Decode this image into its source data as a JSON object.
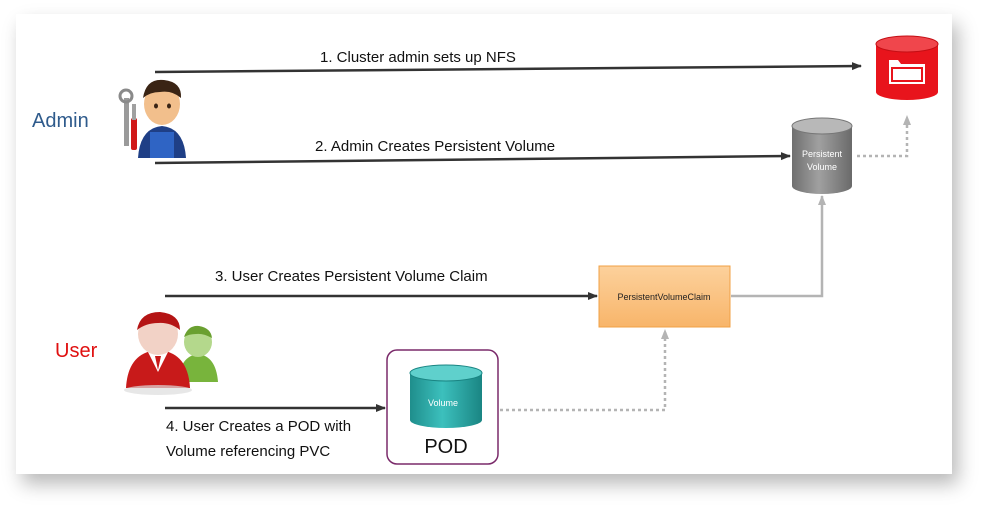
{
  "actors": {
    "admin": {
      "label": "Admin",
      "color": "#2f5b8c",
      "icon": "admin-with-wrench-icon"
    },
    "user": {
      "label": "User",
      "color": "#e01010",
      "icon": "users-group-icon"
    }
  },
  "steps": [
    {
      "text": "1. Cluster admin sets up NFS"
    },
    {
      "text": "2. Admin Creates Persistent Volume"
    },
    {
      "text": "3. User Creates Persistent Volume Claim"
    },
    {
      "text_lines": [
        "4. User Creates a POD with",
        "Volume referencing PVC"
      ]
    }
  ],
  "nodes": {
    "nfs": {
      "icon": "nfs-storage-folder-icon",
      "color": "#e8141c"
    },
    "persistent_volume": {
      "label_lines": [
        "Persistent",
        "Volume"
      ],
      "color": "#8c8c8c"
    },
    "pvc": {
      "label": "PersistentVolumeClaim",
      "fill": "#fbc586",
      "border": "#f0a045"
    },
    "pod": {
      "label": "POD",
      "border": "#7a2a6a"
    },
    "volume": {
      "label": "Volume",
      "color": "#2aa8a6"
    }
  }
}
